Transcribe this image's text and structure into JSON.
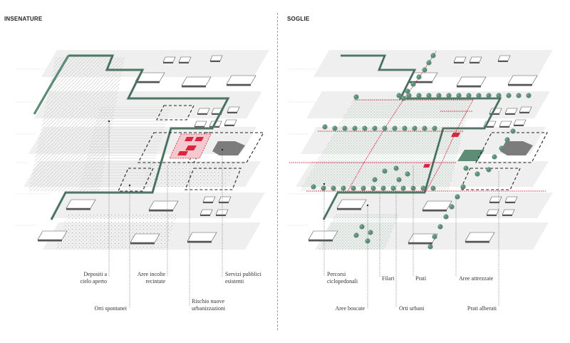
{
  "panels": {
    "left": {
      "title": "INSENATURE",
      "labels": [
        {
          "id": "depositi",
          "text": "Depositi a\ncielo aperto"
        },
        {
          "id": "orti-spontanei",
          "text": "Orti spontanei"
        },
        {
          "id": "aree-incolte",
          "text": "Aree incolte\nrecintate"
        },
        {
          "id": "rischio",
          "text": "Rischio nuove\nurbanizzazioni"
        },
        {
          "id": "servizi",
          "text": "Servizi pubblici\nesistenti"
        }
      ]
    },
    "right": {
      "title": "SOGLIE",
      "labels": [
        {
          "id": "percorsi",
          "text": "Percorsi\nciclopedonali"
        },
        {
          "id": "aree-boscate",
          "text": "Aree boscate"
        },
        {
          "id": "filari",
          "text": "Filari"
        },
        {
          "id": "orti-urbani",
          "text": "Orti urbani"
        },
        {
          "id": "prati",
          "text": "Prati"
        },
        {
          "id": "aree-attrezzate",
          "text": "Aree attrezzate"
        },
        {
          "id": "prati-alberati",
          "text": "Prati alberati"
        }
      ]
    }
  },
  "colors": {
    "green": "#5d8c77",
    "red": "#d7263d",
    "grey": "#ececec"
  }
}
